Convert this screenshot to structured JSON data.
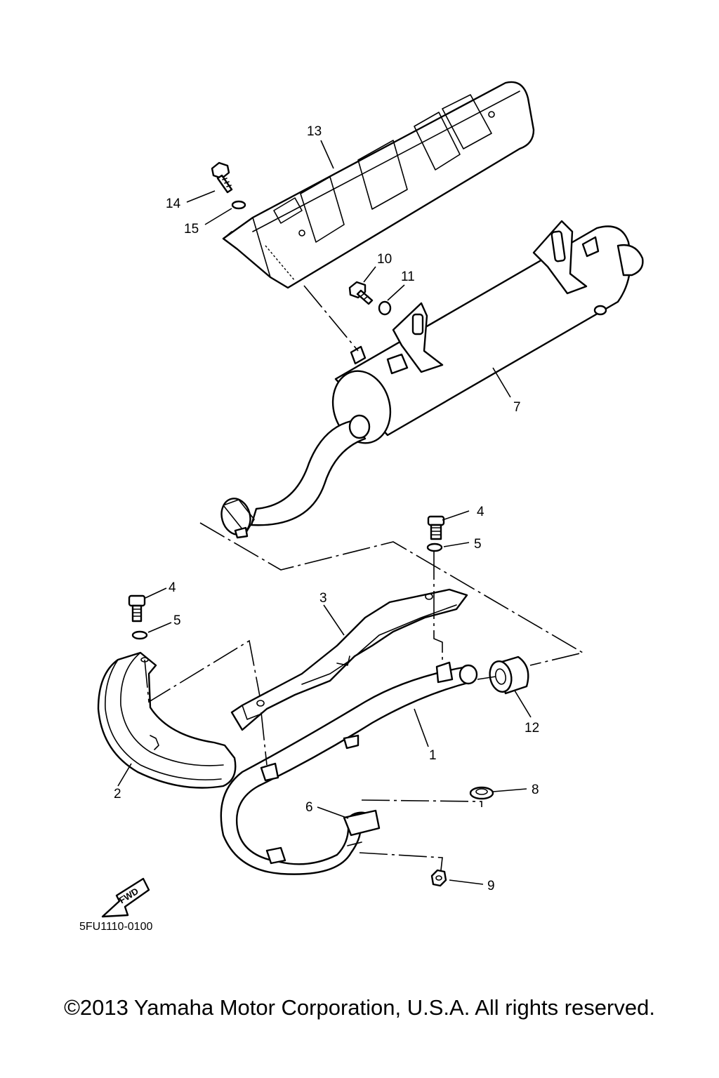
{
  "diagram": {
    "drawing_code": "5FU1110-0100",
    "fwd_label": "FWD",
    "callouts": [
      "13",
      "14",
      "15",
      "10",
      "11",
      "7",
      "4",
      "5",
      "3",
      "4",
      "5",
      "12",
      "1",
      "2",
      "8",
      "6",
      "9"
    ]
  },
  "footer": {
    "copyright": "©2013 Yamaha Motor Corporation, U.S.A. All rights reserved."
  }
}
